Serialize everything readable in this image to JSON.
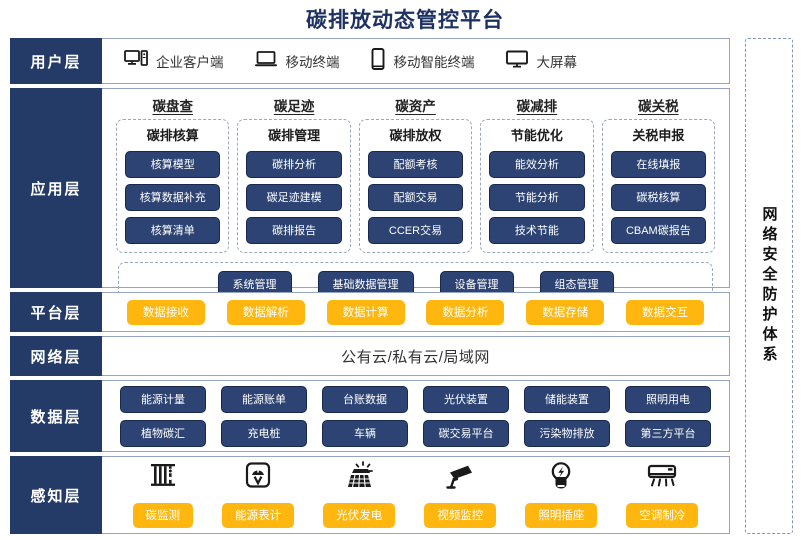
{
  "title": "碳排放动态管控平台",
  "security_band": {
    "label": "网络安全防护体系"
  },
  "layers": {
    "user": {
      "label": "用户层",
      "items": [
        {
          "icon": "desktop-tower-icon",
          "label": "企业客户端"
        },
        {
          "icon": "laptop-icon",
          "label": "移动终端"
        },
        {
          "icon": "smartphone-icon",
          "label": "移动智能终端"
        },
        {
          "icon": "monitor-icon",
          "label": "大屏幕"
        }
      ]
    },
    "application": {
      "label": "应用层",
      "groups": [
        {
          "head": "碳盘查",
          "sub_head": "碳排核算",
          "items": [
            "核算模型",
            "核算数据补充",
            "核算清单"
          ]
        },
        {
          "head": "碳足迹",
          "sub_head": "碳排管理",
          "items": [
            "碳排分析",
            "碳足迹建模",
            "碳排报告"
          ]
        },
        {
          "head": "碳资产",
          "sub_head": "碳排放权",
          "items": [
            "配额考核",
            "配额交易",
            "CCER交易"
          ]
        },
        {
          "head": "碳减排",
          "sub_head": "节能优化",
          "items": [
            "能效分析",
            "节能分析",
            "技术节能"
          ]
        },
        {
          "head": "碳关税",
          "sub_head": "关税申报",
          "items": [
            "在线填报",
            "碳税核算",
            "CBAM碳报告"
          ]
        }
      ],
      "management": [
        "系统管理",
        "基础数据管理",
        "设备管理",
        "组态管理"
      ]
    },
    "platform": {
      "label": "平台层",
      "items": [
        "数据接收",
        "数据解析",
        "数据计算",
        "数据分析",
        "数据存储",
        "数据交互"
      ]
    },
    "network": {
      "label": "网络层",
      "text": "公有云/私有云/局域网"
    },
    "data": {
      "label": "数据层",
      "row1": [
        "能源计量",
        "能源账单",
        "台账数据",
        "光伏装置",
        "储能装置",
        "照明用电"
      ],
      "row2": [
        "植物碳汇",
        "充电桩",
        "车辆",
        "碳交易平台",
        "污染物排放",
        "第三方平台"
      ]
    },
    "perception": {
      "label": "感知层",
      "items": [
        {
          "icon": "carbon-monitor-icon",
          "label": "碳监测"
        },
        {
          "icon": "energy-meter-icon",
          "label": "能源表计"
        },
        {
          "icon": "solar-panel-icon",
          "label": "光伏发电"
        },
        {
          "icon": "cctv-camera-icon",
          "label": "视频监控"
        },
        {
          "icon": "lightbulb-socket-icon",
          "label": "照明插座"
        },
        {
          "icon": "air-conditioner-icon",
          "label": "空调制冷"
        }
      ]
    }
  },
  "colors": {
    "navy": "#243b67",
    "pill_blue": "#2c4373",
    "yellow": "#ffb70f",
    "title": "#1d3263",
    "border": "#93a4c4",
    "dash": "#9aa7bd"
  }
}
